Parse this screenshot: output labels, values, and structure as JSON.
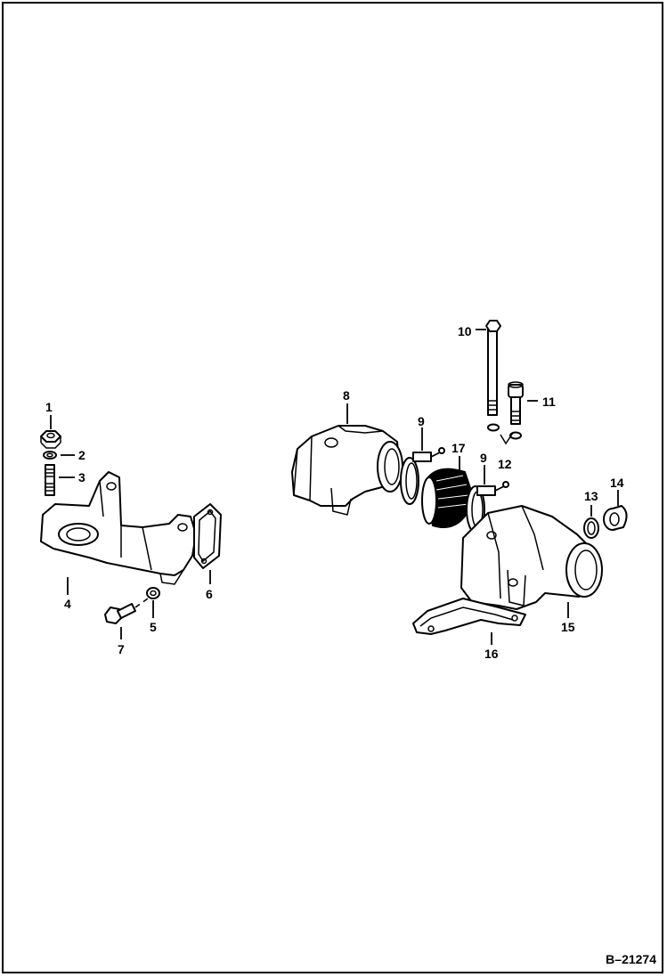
{
  "figure": {
    "code": "B–21274"
  },
  "callouts": {
    "c1": "1",
    "c2": "2",
    "c3": "3",
    "c4": "4",
    "c5": "5",
    "c6": "6",
    "c7": "7",
    "c8": "8",
    "c9a": "9",
    "c9b": "9",
    "c10": "10",
    "c11": "11",
    "c12": "12",
    "c13": "13",
    "c14": "14",
    "c15": "15",
    "c16": "16",
    "c17": "17"
  },
  "colors": {
    "ink": "#000000",
    "paper": "#ffffff"
  }
}
